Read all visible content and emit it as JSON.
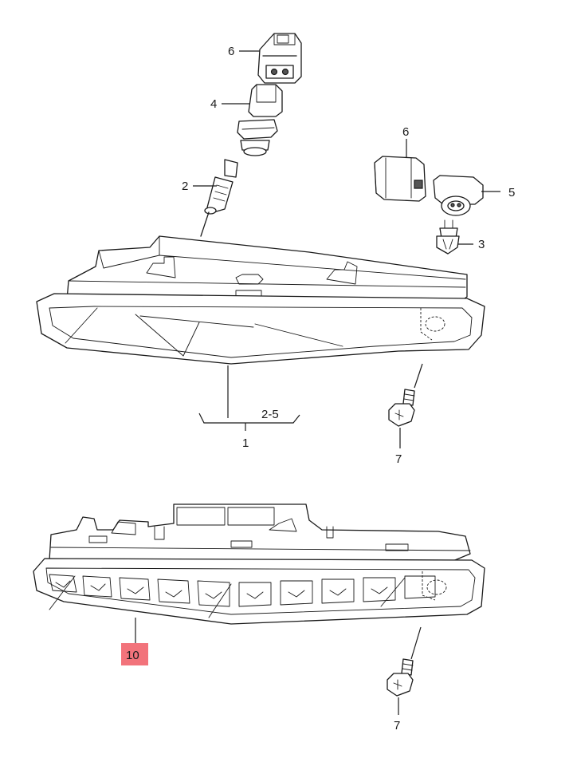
{
  "labels": {
    "conn_top": "6",
    "holder": "4",
    "bulb_main": "2",
    "conn_right": "6",
    "socket": "5",
    "bulb_small": "3",
    "range": "2-5",
    "assembly_top": "1",
    "screw_top": "7",
    "assembly_bottom": "10",
    "screw_bottom": "7"
  },
  "colors": {
    "line": "#1a1a1a",
    "highlight": "#f05a64"
  }
}
